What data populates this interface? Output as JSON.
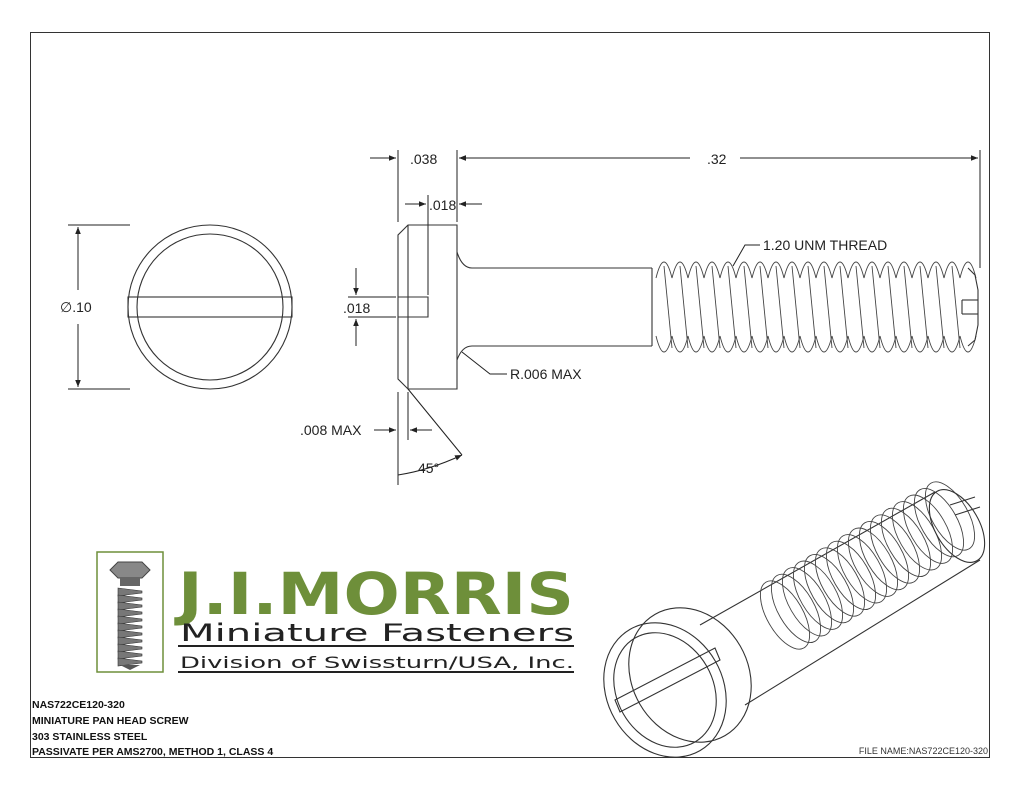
{
  "dimensions": {
    "head_diameter": "∅.10",
    "head_height": ".038",
    "slot_depth": ".018",
    "slot_width": ".018",
    "overall_length": ".32",
    "thread": "1.20 UNM THREAD",
    "fillet_radius": "R.006 MAX",
    "chamfer": ".008 MAX",
    "chamfer_angle": "45°"
  },
  "logo": {
    "brand": "J.I.MORRIS",
    "tagline": "Miniature Fasteners",
    "division": "Division of Swissturn/USA, Inc.",
    "brand_color": "#6e8f3a"
  },
  "part_info": {
    "part_number": "NAS722CE120-320",
    "description": "MINIATURE PAN HEAD SCREW",
    "material": "303 STAINLESS STEEL",
    "finish": "PASSIVATE PER AMS2700, METHOD 1, CLASS 4"
  },
  "file_name": "FILE NAME:NAS722CE120-320"
}
